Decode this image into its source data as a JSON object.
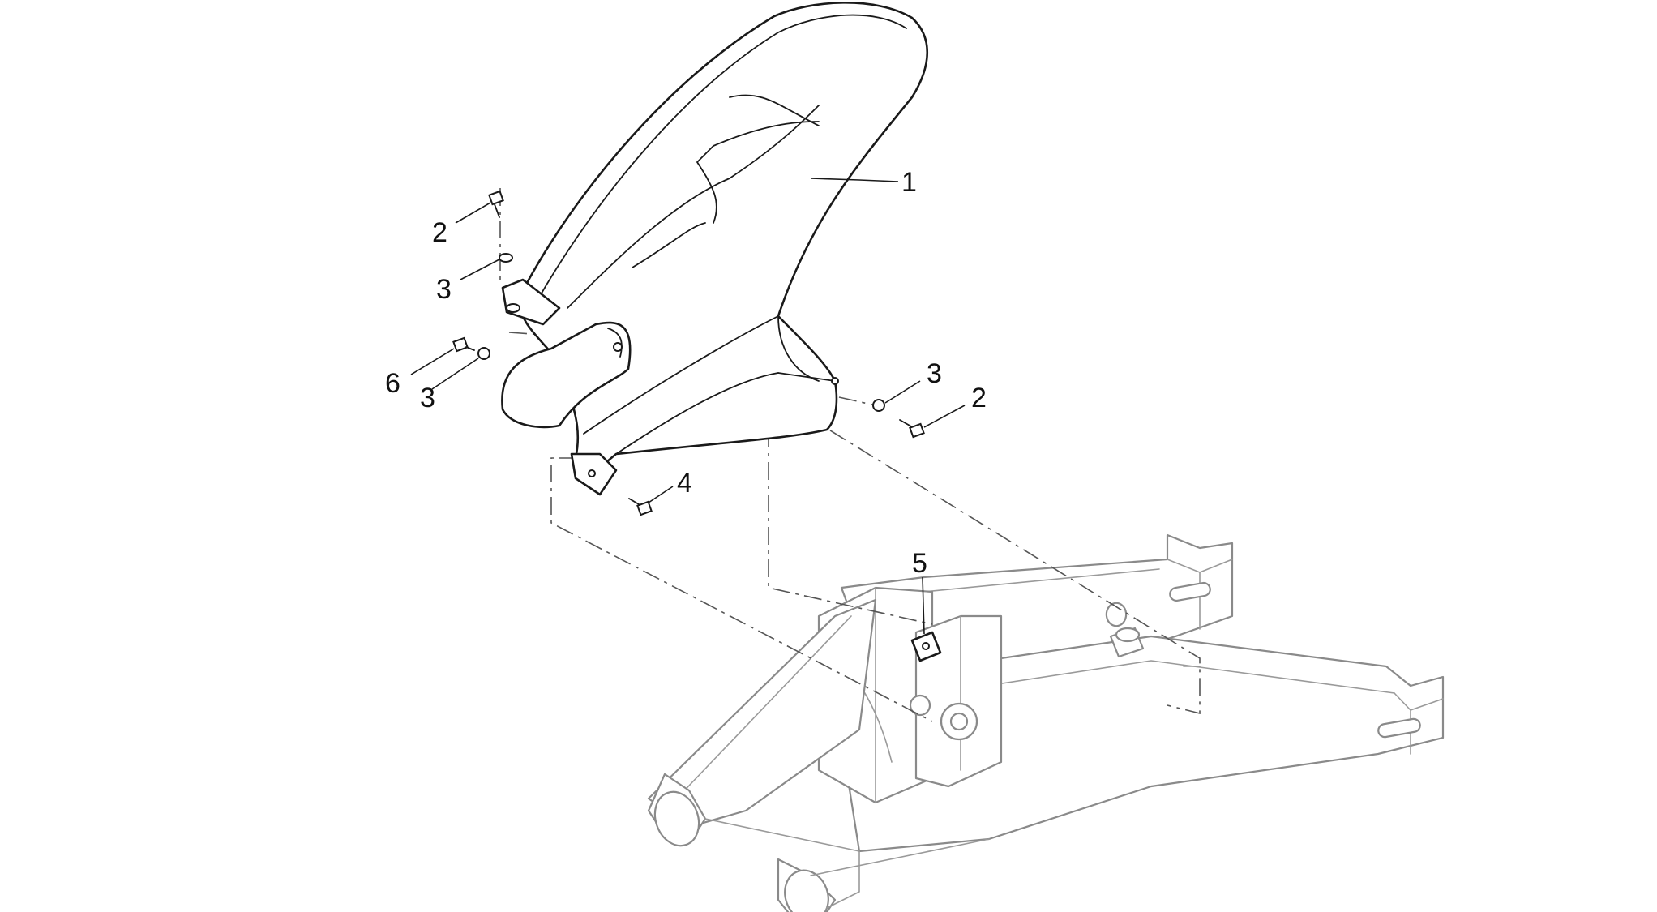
{
  "callouts": [
    {
      "id": "c1",
      "label": "1"
    },
    {
      "id": "c2a",
      "label": "2"
    },
    {
      "id": "c3a",
      "label": "3"
    },
    {
      "id": "c6",
      "label": "6"
    },
    {
      "id": "c3b",
      "label": "3"
    },
    {
      "id": "c3c",
      "label": "3"
    },
    {
      "id": "c2b",
      "label": "2"
    },
    {
      "id": "c4",
      "label": "4"
    },
    {
      "id": "c5",
      "label": "5"
    }
  ]
}
